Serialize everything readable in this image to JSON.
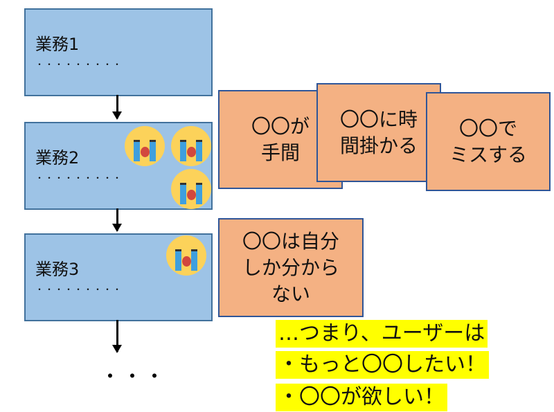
{
  "tasks": [
    {
      "title": "業務1",
      "dots": "・・・・・・・・・"
    },
    {
      "title": "業務2",
      "dots": "・・・・・・・・・"
    },
    {
      "title": "業務3",
      "dots": "・・・・・・・・・"
    }
  ],
  "more": "・・・",
  "notes": [
    "〇〇が\n手間",
    "〇〇に時\n間掛かる",
    "〇〇で\nミスする",
    "〇〇は自分\nしか分から\nない"
  ],
  "summary": [
    "…つまり、ユーザーは",
    "・もっと〇〇したい！",
    "・〇〇が欲しい！"
  ],
  "colors": {
    "task": "#9dc3e6",
    "note": "#f4b183",
    "highlight": "#ffff00"
  }
}
